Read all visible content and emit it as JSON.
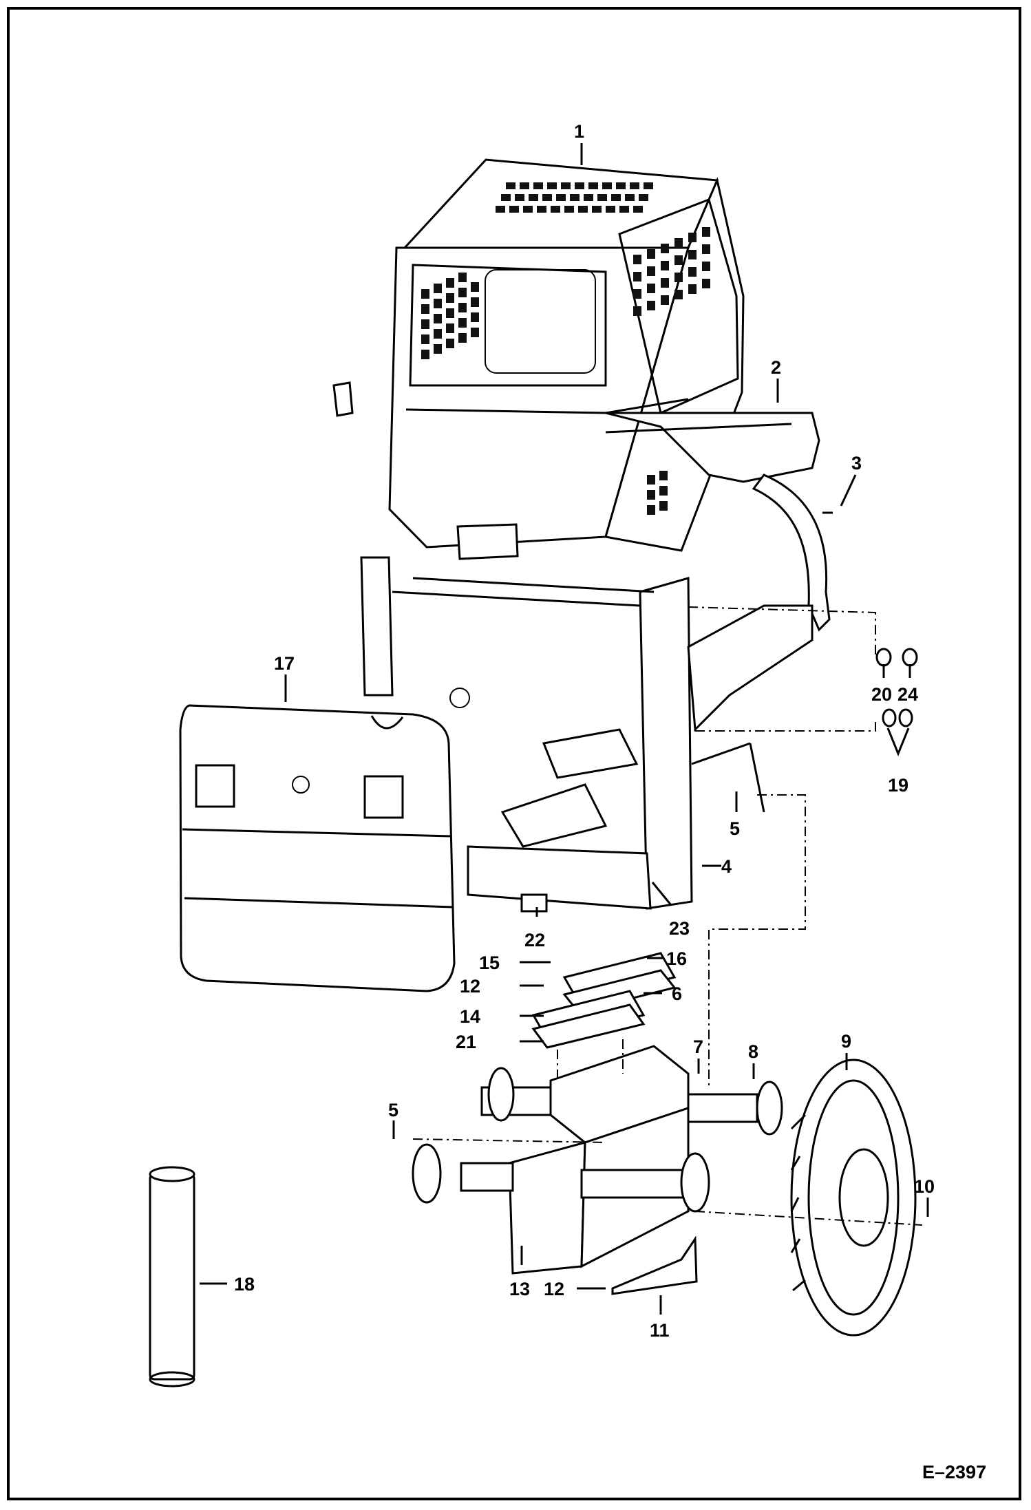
{
  "diagram": {
    "drawing_code": "E–2397",
    "callouts": [
      "1",
      "2",
      "3",
      "4",
      "5",
      "5",
      "6",
      "7",
      "8",
      "9",
      "10",
      "11",
      "12",
      "12",
      "12",
      "13",
      "14",
      "15",
      "16",
      "17",
      "18",
      "19",
      "20",
      "21",
      "22",
      "23",
      "24"
    ]
  },
  "colors": {
    "line": "#000000",
    "background": "#ffffff"
  }
}
